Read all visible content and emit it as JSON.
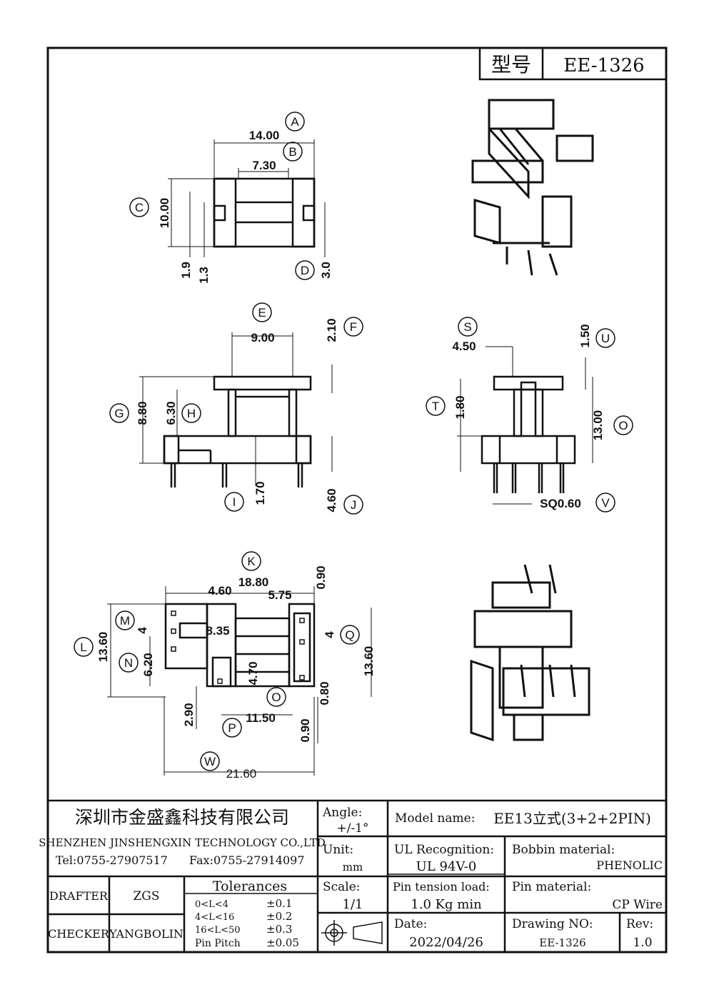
{
  "title_block": {
    "model_label": "型号",
    "model_value": "EE-1326",
    "company_cn": "深圳市金盛鑫科技有限公司",
    "company_en": "SHENZHEN JINSHENGXIN TECHNOLOGY CO.,LTD",
    "tel": "Tel:0755-27907517",
    "fax": "Fax:0755-27914097",
    "drafter_label": "DRAFTER",
    "drafter_value": "ZGS",
    "checker_label": "CHECKER",
    "checker_value": "YANGBOLIN",
    "tolerances_title": "Tolerances",
    "tolerances": [
      {
        "range": "0<L<4",
        "value": "±0.1"
      },
      {
        "range": "4<L<16",
        "value": "±0.2"
      },
      {
        "range": "16<L<50",
        "value": "±0.3"
      },
      {
        "range": "Pin Pitch",
        "value": "±0.05"
      }
    ],
    "angle_label": "Angle:",
    "angle_value": "+/-1°",
    "unit_label": "Unit:",
    "unit_value": "mm",
    "scale_label": "Scale:",
    "scale_value": "1/1",
    "model_name_label": "Model name:",
    "model_name_value": "EE13立式(3+2+2PIN)",
    "ul_label": "UL Recognition:",
    "ul_value": "UL 94V-0",
    "bobbin_label": "Bobbin material:",
    "bobbin_value": "PHENOLIC",
    "pin_tension_label": "Pin tension load:",
    "pin_tension_value": "1.0 Kg min",
    "pin_material_label": "Pin material:",
    "pin_material_value": "CP Wire",
    "date_label": "Date:",
    "date_value": "2022/04/26",
    "drawing_no_label": "Drawing NO:",
    "drawing_no_value": "EE-1326",
    "rev_label": "Rev:",
    "rev_value": "1.0"
  },
  "dimensions": {
    "A": "14.00",
    "B": "7.30",
    "C": "10.00",
    "d_1_9": "1.9",
    "d_1_3": "1.3",
    "D": "3.0",
    "E": "9.00",
    "F": "2.10",
    "G": "8.80",
    "H": "6.30",
    "I": "1.70",
    "J": "4.60",
    "S": "4.50",
    "U": "1.50",
    "T": "1.80",
    "O": "13.00",
    "V": "SQ0.60",
    "K": "18.80",
    "d_4_60": "4.60",
    "d_5_75": "5.75",
    "d_0_90a": "0.90",
    "M": "4",
    "d_8_35": "8.35",
    "Q": "4",
    "L": "13.60",
    "N": "6.20",
    "d_4_70": "4.70",
    "d_13_60r": "13.60",
    "d_0_80": "0.80",
    "d_2_90": "2.90",
    "P": "11.50",
    "d_0_90b": "0.90",
    "W": "21.60"
  },
  "callouts": [
    "A",
    "B",
    "C",
    "D",
    "E",
    "F",
    "G",
    "H",
    "I",
    "J",
    "S",
    "U",
    "T",
    "O",
    "V",
    "K",
    "M",
    "Q",
    "L",
    "N",
    "O",
    "P",
    "W"
  ]
}
